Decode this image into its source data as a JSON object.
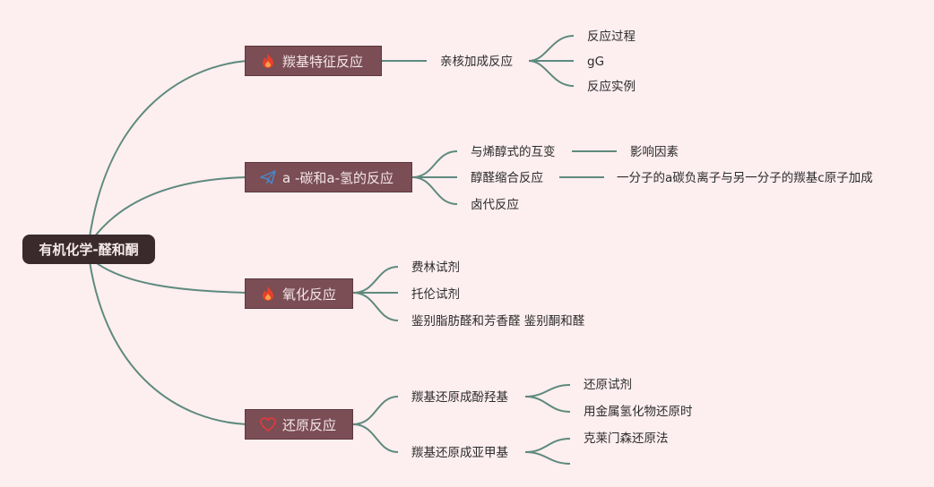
{
  "root": "有机化学-醛和酮",
  "branches": [
    {
      "label": "羰基特征反应",
      "icon": "flame-icon"
    },
    {
      "label": "a -碳和a-氢的反应",
      "icon": "paper-plane-icon"
    },
    {
      "label": "氧化反应",
      "icon": "flame-icon"
    },
    {
      "label": "还原反应",
      "icon": "heart-icon"
    }
  ],
  "b1": {
    "sub": "亲核加成反应",
    "leaves": [
      "反应过程",
      "gG",
      "反应实例"
    ]
  },
  "b2": {
    "subs": [
      "与烯醇式的互变",
      "醇醛缩合反应",
      "卤代反应"
    ],
    "sub0_child": "影响因素",
    "sub1_child": "一分子的a碳负离子与另一分子的羰基c原子加成"
  },
  "b3": {
    "subs": [
      "费林试剂",
      "托伦试剂",
      "鉴别脂肪醛和芳香醛 鉴别酮和醛"
    ]
  },
  "b4": {
    "subs": [
      "羰基还原成酚羟基",
      "羰基还原成亚甲基"
    ],
    "sub0_leaves": [
      "还原试剂",
      "用金属氢化物还原时"
    ],
    "sub1_leaves": [
      "克莱门森还原法",
      ""
    ]
  },
  "colors": {
    "background": "#fdeef0",
    "connector": "#5e8a7e",
    "root_fill": "#3a2a2c",
    "branch_fill": "#7a4e54",
    "flame": "#e8402a",
    "plane": "#4a86c8",
    "heart": "#e03a3a"
  }
}
